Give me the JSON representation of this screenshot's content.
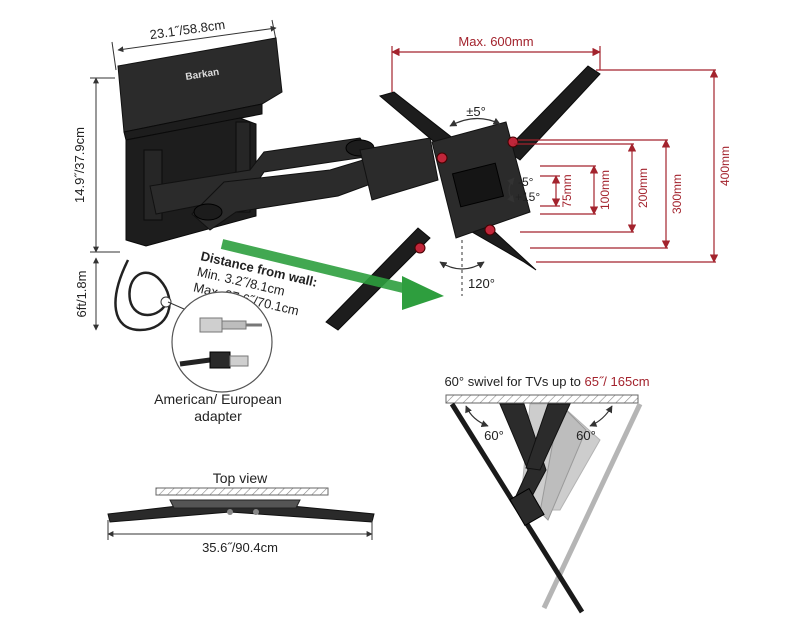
{
  "mount": {
    "brand": "Barkan",
    "width_label": "23.1˝/58.8cm",
    "height_label": "14.9˝/37.9cm",
    "cable_label": "6ft/1.8m"
  },
  "vesa": {
    "max_label": "Max. 600mm",
    "sizes": [
      "75mm",
      "100mm",
      "200mm",
      "300mm",
      "400mm"
    ],
    "rotation_label": "±5°",
    "tilt_down": "-5°",
    "tilt_up": "+15°",
    "swivel_label": "120°",
    "accent_color": "#a3232d"
  },
  "distance": {
    "title": "Distance from wall:",
    "min": "Min. 3.2˝/8.1cm",
    "max": "Max. 27.6˝/70.1cm",
    "arrow_color": "#2e9e3e"
  },
  "adapter": {
    "label_line1": "American/ European",
    "label_line2": "adapter"
  },
  "top_view": {
    "title": "Top view",
    "width_label": "35.6˝/90.4cm"
  },
  "swivel_view": {
    "title_prefix": "60° swivel for TVs up to ",
    "title_highlight": "65˝/ 165cm",
    "left_angle": "60°",
    "right_angle": "60°"
  }
}
